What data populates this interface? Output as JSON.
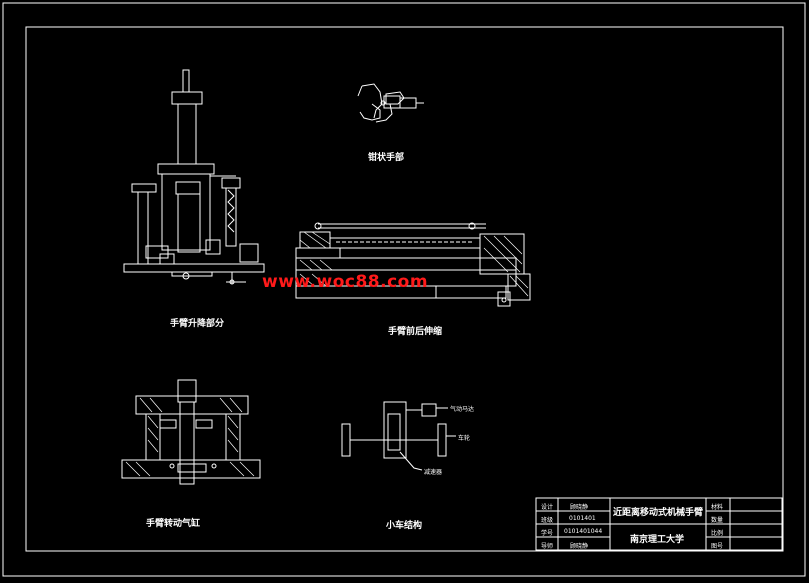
{
  "labels": {
    "gripper": "钳状手部",
    "lift": "手臂升降部分",
    "telescope": "手臂前后伸缩",
    "rotate": "手臂转动气缸",
    "cart": "小车结构",
    "cart_callout_top": "气动马达",
    "cart_callout_right": "车轮",
    "cart_callout_bottom": "减速器"
  },
  "watermark": "www.woc88.com",
  "title_block": {
    "r1c1": "设计",
    "r1c2": "顾晓静",
    "r2c1": "班级",
    "r2c2": "0101401",
    "r3c1": "学号",
    "r3c2": "0101401044",
    "r4c1": "导师",
    "r4c2": "顾晓静",
    "title": "近距离移动式机械手臂",
    "school": "南京理工大学",
    "k1": "材料",
    "k2": "数量",
    "k3": "比例",
    "k4": "图号"
  },
  "colors": {
    "background": "#000000",
    "lines": "#ffffff",
    "watermark": "#ff1a1a"
  }
}
